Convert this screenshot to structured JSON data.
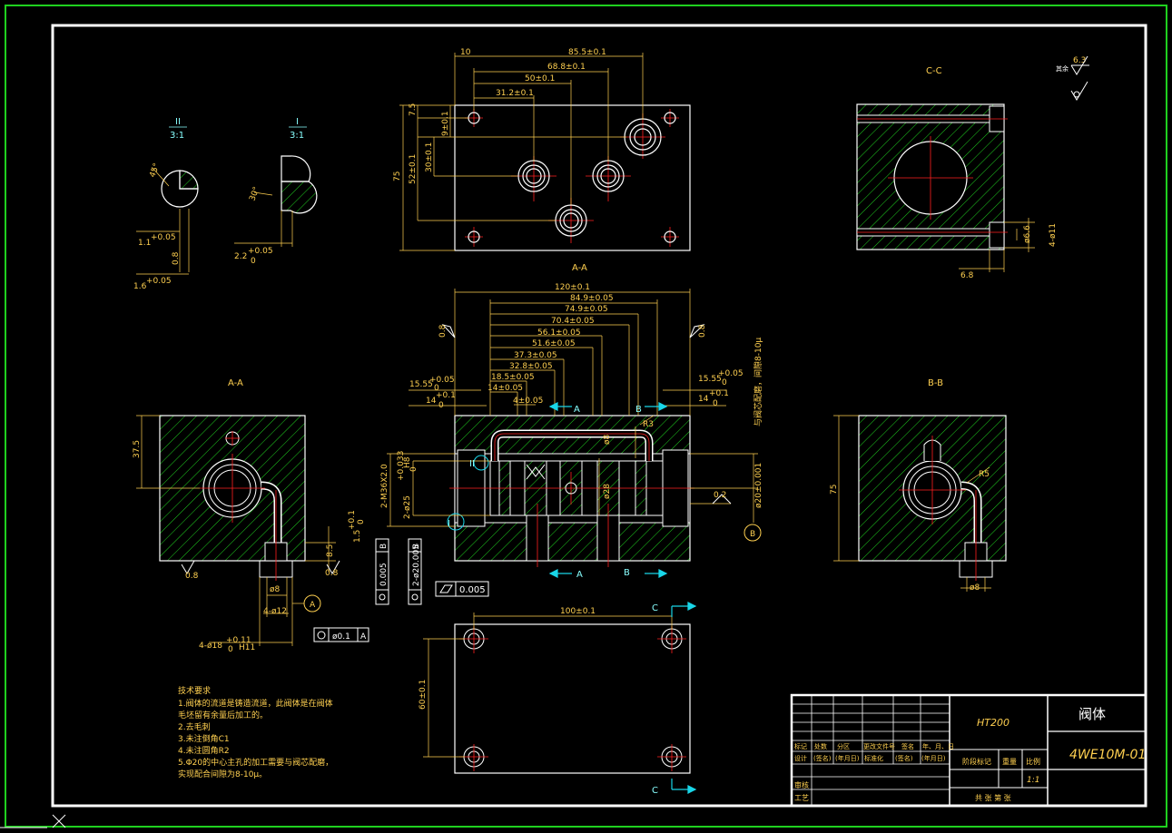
{
  "material": "HT200",
  "part_name": "阀体",
  "drawing_number": "4WE10M-01",
  "scale": "1:1",
  "tech_requirements": {
    "title": "技术要求",
    "lines": [
      "1.阀体的流道是铸造流道，此阀体是在阀体",
      "毛坯留有余量后加工的。",
      "2.去毛刺",
      "3.未注倒角C1",
      "4.未注圆角R2",
      "5.Φ20的中心主孔的加工需要与阀芯配磨，",
      "实现配合间隙为8-10μ。"
    ]
  },
  "title_block": {
    "row1": [
      "标记",
      "处数",
      "分区",
      "更改文件号",
      "签名",
      "年、月、日"
    ],
    "row2": [
      "设计",
      "(签名)",
      "(年月日)",
      "标准化",
      "(签名)",
      "(年月日)"
    ],
    "row3": [
      "审核"
    ],
    "row4": [
      "工艺"
    ],
    "stage": "阶段标记",
    "weight": "重量",
    "ratio": "比例",
    "sheets": "共  张  第  张"
  },
  "views": {
    "top_view_label": "A-A",
    "aa_left_label": "A-A",
    "bb_label": "B-B",
    "cc_label": "C-C",
    "detail_ii": {
      "label": "II",
      "scale": "3:1"
    },
    "detail_i": {
      "label": "I",
      "scale": "3:1"
    }
  },
  "surface_finish": {
    "note": "其余",
    "value": "6.3"
  },
  "dimensions": {
    "top": [
      "10",
      "85.5±0.1",
      "68.8±0.1",
      "50±0.1",
      "31.2±0.1",
      "7.5",
      "9±0.1",
      "30±0.1",
      "52±0.1",
      "75"
    ],
    "section": [
      "120±0.1",
      "84.9±0.05",
      "74.9±0.05",
      "70.4±0.05",
      "56.1±0.05",
      "51.6±0.05",
      "37.3±0.05",
      "32.8±0.05",
      "18.5±0.05",
      "14±0.05",
      "4±0.05",
      "15.55",
      "14",
      "0.8",
      "ø8",
      "ø28",
      "R3",
      "0.2",
      "ø20±0.001",
      "2-M36X2.0",
      "2-ø25",
      "2-ø20.005",
      "0.005"
    ],
    "section_tol": [
      "+0.05",
      "0",
      "+0.1",
      "0",
      "+0.033",
      "H8"
    ],
    "aa_left": [
      "37.5",
      "8.5",
      "1.5",
      "ø8",
      "4-ø12",
      "4-ø18",
      "+0.11",
      "H11",
      "0.8",
      "ø0.1",
      "A"
    ],
    "bb": [
      "75",
      "ø8",
      "R5"
    ],
    "cc": [
      "ø6.6",
      "4-ø11",
      "6.8"
    ],
    "bottom": [
      "100±0.1",
      "60±0.1"
    ],
    "details": [
      "45°",
      "1.1",
      "0.8",
      "1.6",
      "30°",
      "2.2",
      "+0.05",
      "0"
    ],
    "note_vertical": "与阀芯配磨，间隙8-10μ"
  },
  "datum_labels": [
    "A",
    "B",
    "C",
    "II",
    "I"
  ],
  "colors": {
    "background": "#000000",
    "frame": "#ffffff",
    "outline": "#ffffff",
    "dimension": "#ffd050",
    "hatch": "#1fd01f",
    "center_line": "#ff2020",
    "cut_arrow": "#19d6e8"
  }
}
